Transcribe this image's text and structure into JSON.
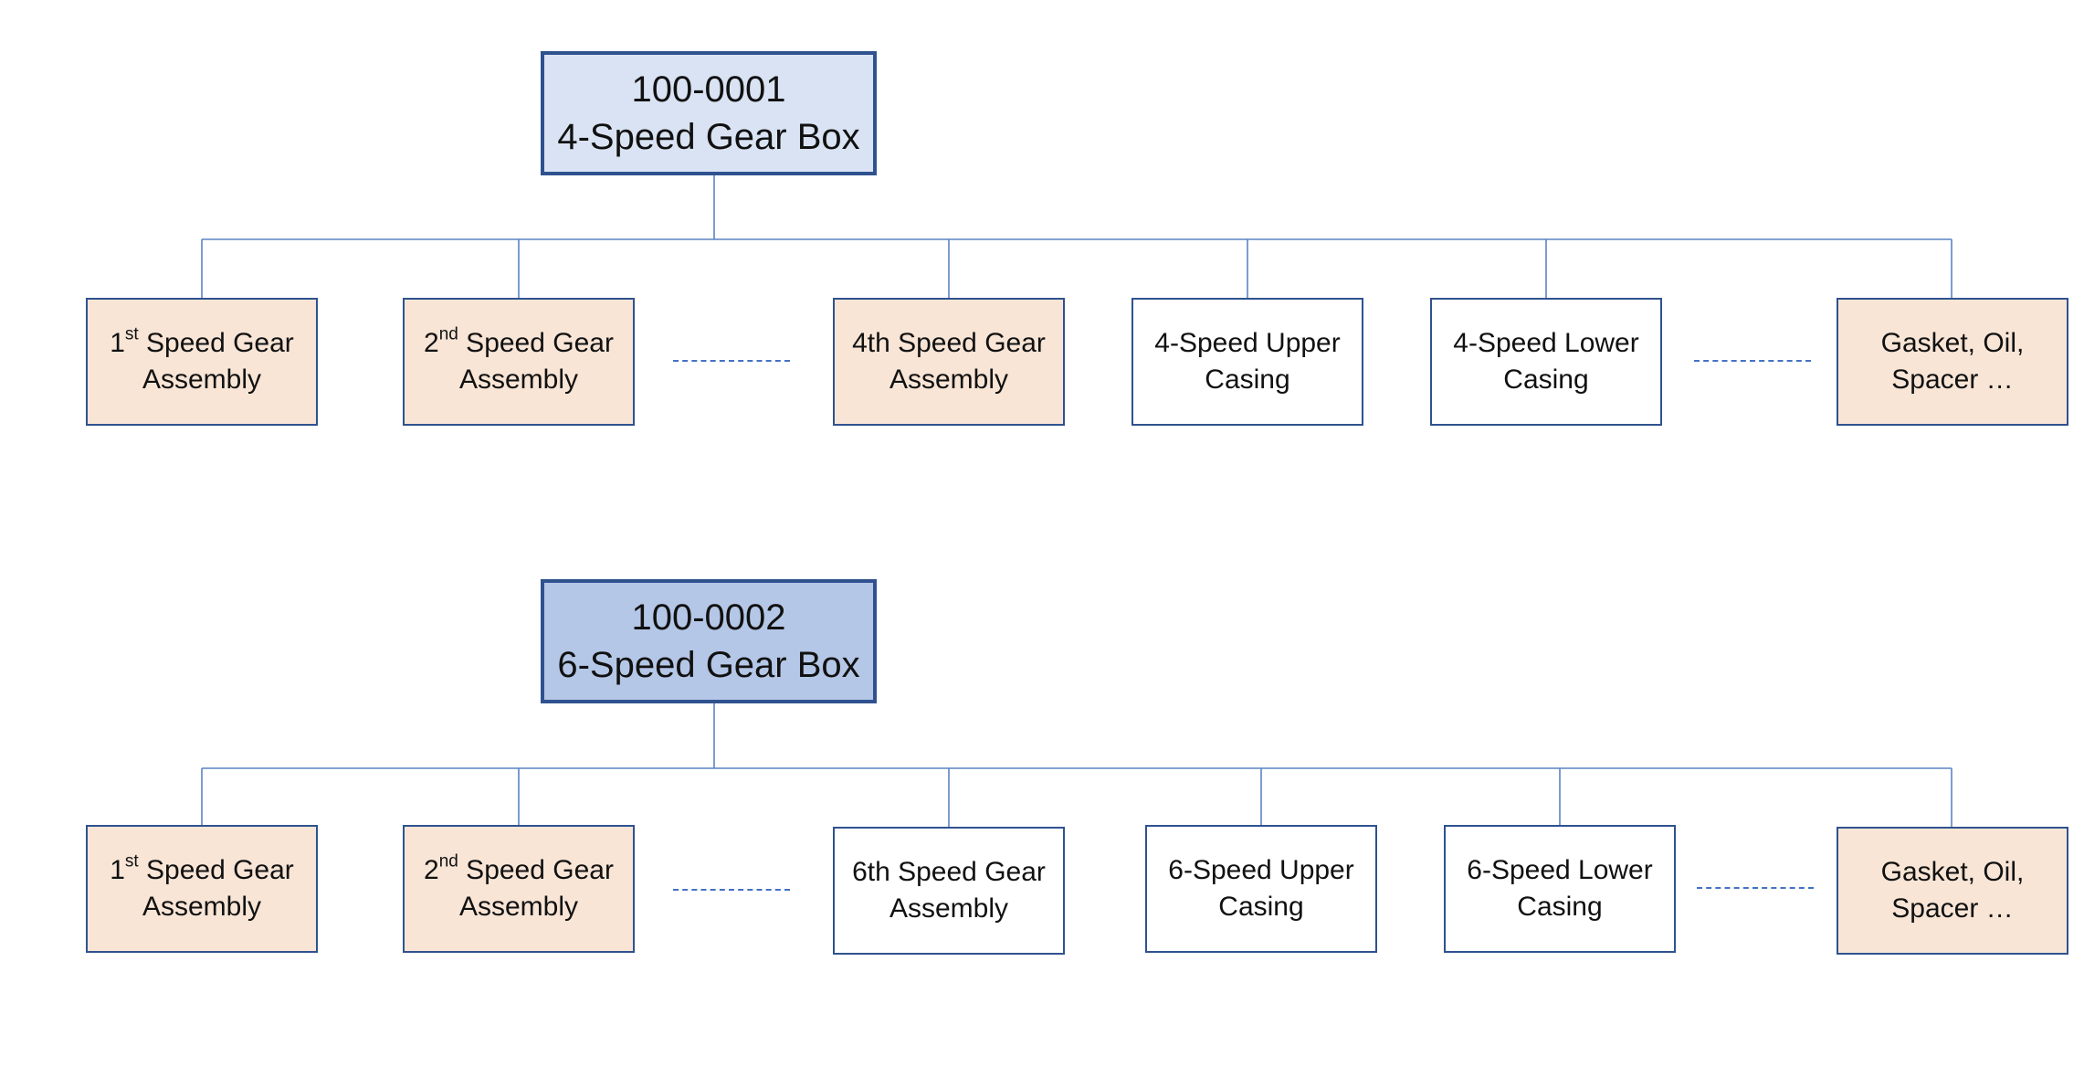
{
  "trees": [
    {
      "root": {
        "code": "100-0001",
        "name": "4-Speed Gear Box"
      },
      "children": [
        {
          "line1_num": "1",
          "line1_sup": "st",
          "line1_rest": " Speed Gear",
          "line2": "Assembly"
        },
        {
          "line1_num": "2",
          "line1_sup": "nd",
          "line1_rest": " Speed Gear",
          "line2": "Assembly"
        },
        {
          "line1_num": "",
          "line1_sup": "",
          "line1_rest": "4th Speed Gear",
          "line2": "Assembly"
        },
        {
          "line1_num": "",
          "line1_sup": "",
          "line1_rest": "4-Speed Upper",
          "line2": "Casing"
        },
        {
          "line1_num": "",
          "line1_sup": "",
          "line1_rest": "4-Speed Lower",
          "line2": "Casing"
        },
        {
          "line1_num": "",
          "line1_sup": "",
          "line1_rest": "Gasket, Oil,",
          "line2": "Spacer …"
        }
      ]
    },
    {
      "root": {
        "code": "100-0002",
        "name": "6-Speed Gear Box"
      },
      "children": [
        {
          "line1_num": "1",
          "line1_sup": "st",
          "line1_rest": " Speed Gear",
          "line2": "Assembly"
        },
        {
          "line1_num": "2",
          "line1_sup": "nd",
          "line1_rest": " Speed Gear",
          "line2": "Assembly"
        },
        {
          "line1_num": "",
          "line1_sup": "",
          "line1_rest": "6th Speed Gear",
          "line2": "Assembly"
        },
        {
          "line1_num": "",
          "line1_sup": "",
          "line1_rest": "6-Speed Upper",
          "line2": "Casing"
        },
        {
          "line1_num": "",
          "line1_sup": "",
          "line1_rest": "6-Speed Lower",
          "line2": "Casing"
        },
        {
          "line1_num": "",
          "line1_sup": "",
          "line1_rest": "Gasket, Oil,",
          "line2": "Spacer …"
        }
      ]
    }
  ],
  "colors": {
    "root_fill_a": "#dae3f3",
    "root_fill_b": "#b4c7e7",
    "border": "#2f528f",
    "connector": "#5b84c4",
    "part_fill_tan": "#f8e5d6",
    "part_fill_white": "#ffffff"
  }
}
